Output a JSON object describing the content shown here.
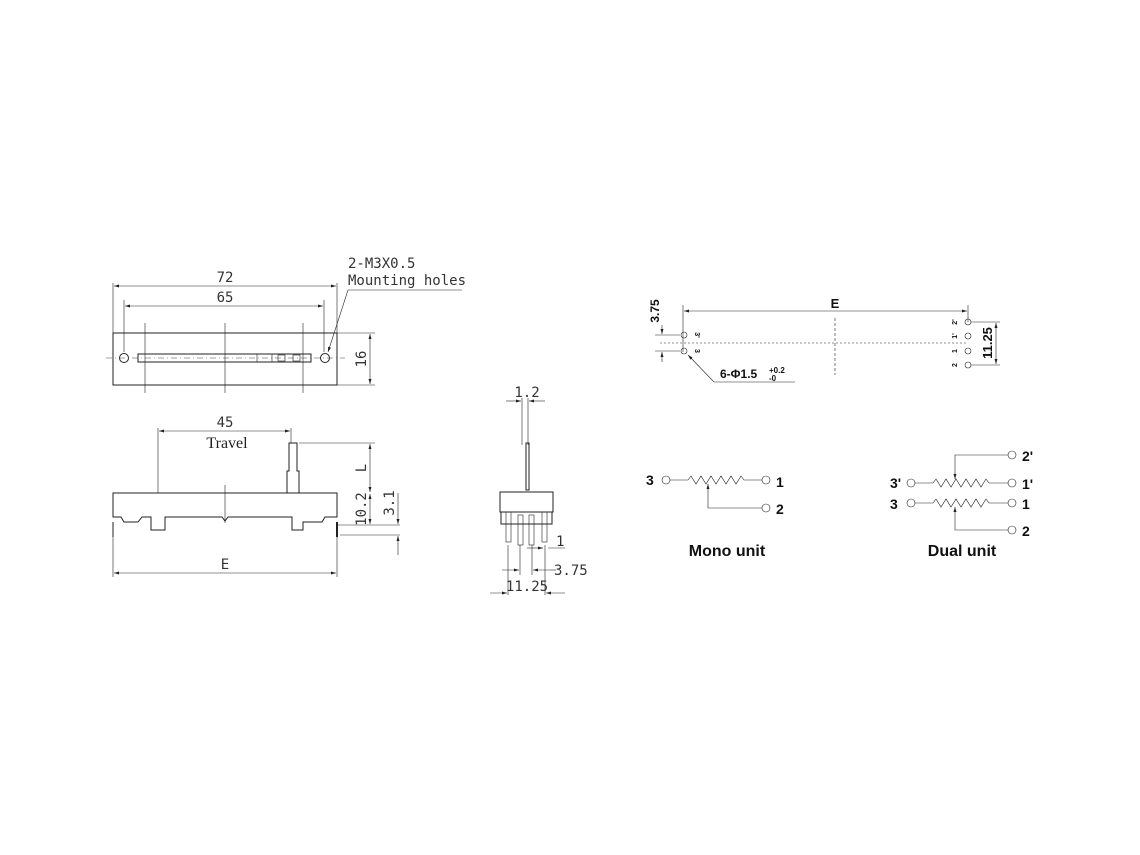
{
  "top_view": {
    "dim_72": "72",
    "dim_65": "65",
    "dim_16": "16",
    "hole_spec": "2-M3X0.5",
    "hole_label": "Mounting holes"
  },
  "side_view": {
    "dim_45": "45",
    "travel": "Travel",
    "dim_L": "L",
    "dim_10_2": "10.2",
    "dim_3_1": "3.1",
    "dim_E": "E"
  },
  "end_view": {
    "dim_1_2": "1.2",
    "dim_1": "1",
    "dim_3_75": "3.75",
    "dim_11_25": "11.25"
  },
  "pcb_layout": {
    "dim_E": "E",
    "dim_3_75": "3.75",
    "dim_11_25": "11.25",
    "hole_spec": "6-Φ1.5",
    "tol_plus": "+0.2",
    "tol_minus": "-0",
    "pins_left": [
      "3'",
      "3"
    ],
    "pins_right": [
      "2'",
      "1'",
      "1",
      "2"
    ]
  },
  "schematics": {
    "mono": {
      "title": "Mono unit",
      "pins": [
        "3",
        "1",
        "2"
      ]
    },
    "dual": {
      "title": "Dual unit",
      "pins": [
        "2'",
        "3'",
        "1'",
        "3",
        "1",
        "2"
      ]
    }
  }
}
